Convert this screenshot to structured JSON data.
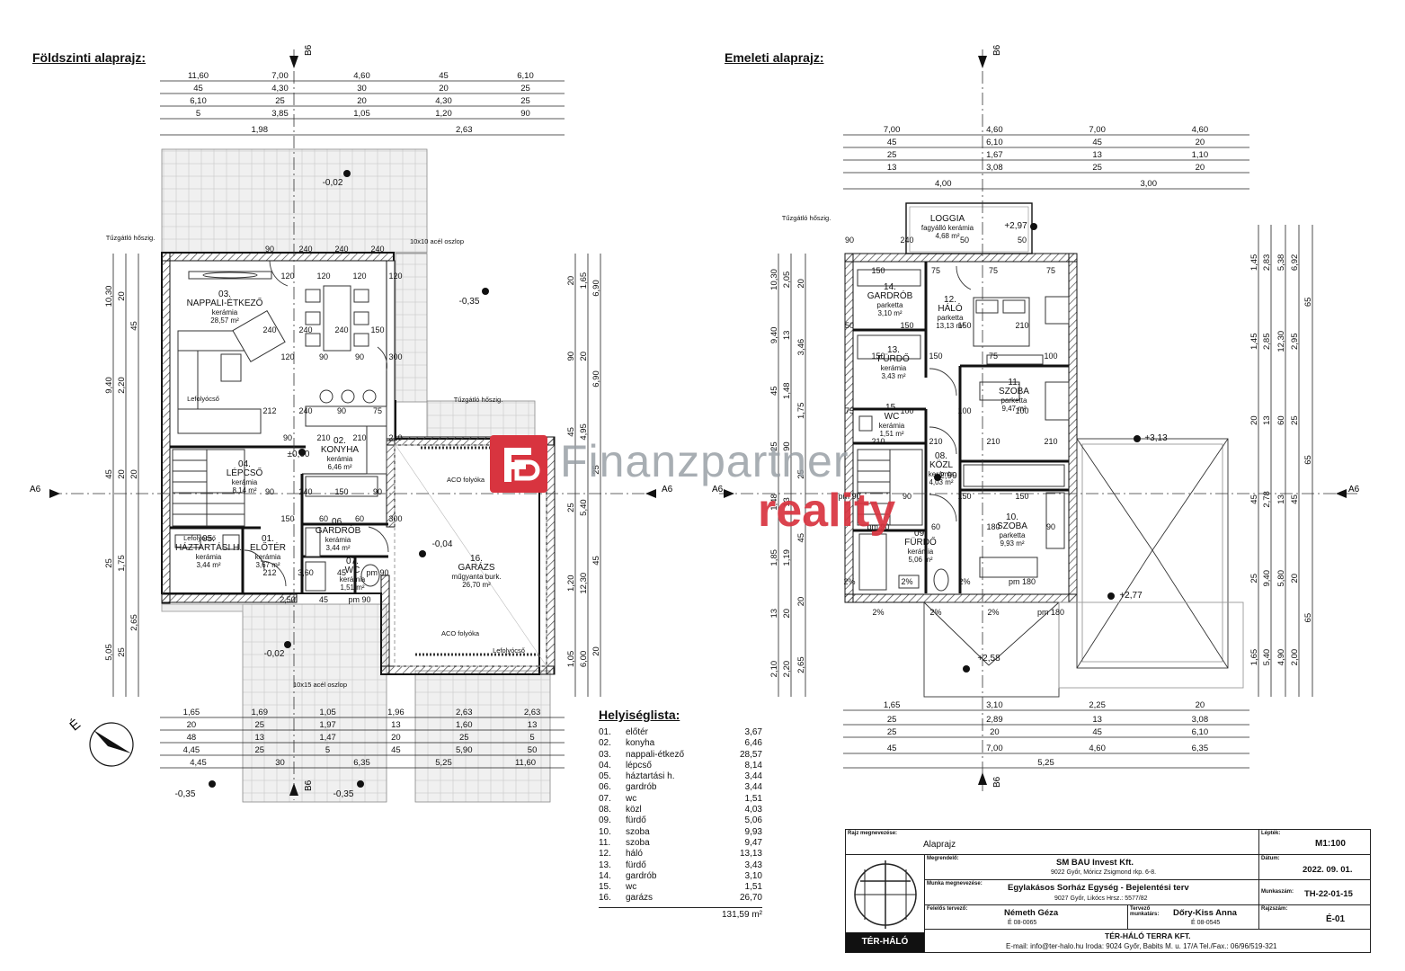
{
  "titles": {
    "ground": "Földszinti alaprajz:",
    "upper": "Emeleti alaprajz:"
  },
  "section_marks": {
    "b": "B6",
    "a": "A6"
  },
  "ground": {
    "dims_top": [
      "11,60",
      "7,00",
      "4,60",
      "45",
      "6,10",
      "45",
      "4,30",
      "30",
      "20",
      "25",
      "6,10",
      "25",
      "20",
      "4,30",
      "25",
      "5",
      "3,85",
      "1,05",
      "1,20",
      "90",
      "1,98",
      "2,63"
    ],
    "dims_bottom": [
      "1,65",
      "1,69",
      "1,05",
      "1,96",
      "2,63",
      "2,63",
      "20",
      "25",
      "1,97",
      "13",
      "1,60",
      "13",
      "48",
      "13",
      "1,47",
      "20",
      "25",
      "5",
      "4,45",
      "25",
      "5",
      "45",
      "5,90",
      "50",
      "4,45",
      "30",
      "6,35",
      "5,25",
      "11,60"
    ],
    "dims_left": [
      "10,30",
      "9,40",
      "45",
      "25",
      "5,05",
      "20",
      "2,20",
      "20",
      "1,75",
      "25",
      "45",
      "20",
      "2,65"
    ],
    "dims_right": [
      "20",
      "90",
      "45",
      "25",
      "1,20",
      "1,05",
      "1,65",
      "20",
      "4,95",
      "5,40",
      "12,30",
      "6,00",
      "6,90",
      "6,90",
      "25",
      "45",
      "20"
    ],
    "interior_dims": [
      "90",
      "120",
      "240",
      "120",
      "240",
      "120",
      "240",
      "120",
      "240",
      "120",
      "240",
      "90",
      "240",
      "90",
      "150",
      "300",
      "212",
      "90",
      "240",
      "210",
      "90",
      "210",
      "75",
      "210",
      "90",
      "150",
      "240",
      "60",
      "150",
      "60",
      "90",
      "300",
      "212",
      "2,50",
      "3,60",
      "45",
      "45",
      "pm 90",
      "pm 90"
    ],
    "levels": [
      "-0,02",
      "-0,35",
      "±0,00",
      "-0,04",
      "-0,02",
      "-0,35",
      "-0,35"
    ],
    "notes": [
      "Tűzgátló hőszig.",
      "10x10 acél oszlop",
      "Tűzgátló hőszig.",
      "Lefolyócső",
      "ACO folyóka",
      "ACO folyóka",
      "Lefolyócső",
      "10x15 acél oszlop",
      "Lefolyócső"
    ],
    "rooms": [
      {
        "id": "03.",
        "name": "NAPPALI-ÉTKEZŐ",
        "floor": "kerámia",
        "area": "28,57 m²"
      },
      {
        "id": "02.",
        "name": "KONYHA",
        "floor": "kerámia",
        "area": "6,46 m²"
      },
      {
        "id": "04.",
        "name": "LÉPCSŐ",
        "floor": "kerámia",
        "area": "8,14 m²"
      },
      {
        "id": "05.",
        "name": "HÁZTARTÁSI H.",
        "floor": "kerámia",
        "area": "3,44 m²"
      },
      {
        "id": "01.",
        "name": "ELŐTÉR",
        "floor": "kerámia",
        "area": "3,67 m²"
      },
      {
        "id": "06.",
        "name": "GARDRÓB",
        "floor": "kerámia",
        "area": "3,44 m²"
      },
      {
        "id": "07.",
        "name": "WC",
        "floor": "kerámia",
        "area": "1,51 m²"
      },
      {
        "id": "16.",
        "name": "GARÁZS",
        "floor": "műgyanta burk.",
        "area": "26,70 m²"
      }
    ]
  },
  "upper": {
    "dims_top": [
      "7,00",
      "4,60",
      "7,00",
      "4,60",
      "45",
      "6,10",
      "45",
      "20",
      "25",
      "1,67",
      "13",
      "1,10",
      "13",
      "3,08",
      "25",
      "20",
      "4,00",
      "3,00"
    ],
    "dims_bottom": [
      "1,65",
      "3,10",
      "2,25",
      "20",
      "25",
      "2,89",
      "13",
      "3,08",
      "25",
      "20",
      "45",
      "6,10",
      "45",
      "7,00",
      "4,60",
      "6,35",
      "5,25"
    ],
    "dims_left": [
      "10,30",
      "9,40",
      "45",
      "25",
      "1,48",
      "1,85",
      "13",
      "2,10",
      "2,05",
      "13",
      "1,48",
      "90",
      "13",
      "1,19",
      "20",
      "2,20",
      "20",
      "3,46",
      "1,75",
      "25",
      "45",
      "20",
      "2,65"
    ],
    "dims_right": [
      "1,45",
      "1,45",
      "20",
      "45",
      "25",
      "1,65",
      "2,83",
      "2,85",
      "13",
      "2,78",
      "9,40",
      "5,40",
      "5,38",
      "12,30",
      "60",
      "13",
      "5,80",
      "4,90",
      "6,92",
      "2,95",
      "25",
      "45",
      "20",
      "2,00",
      "65",
      "65",
      "65"
    ],
    "interior_dims": [
      "90",
      "150",
      "240",
      "75",
      "50",
      "75",
      "50",
      "75",
      "50",
      "150",
      "150",
      "150",
      "150",
      "75",
      "210",
      "100",
      "75",
      "210",
      "100",
      "210",
      "100",
      "210",
      "100",
      "210",
      "pm 90",
      "pm 90",
      "90",
      "60",
      "150",
      "180",
      "150",
      "90",
      "2%",
      "2%",
      "2%",
      "2%",
      "2%",
      "2%",
      "pm 180",
      "pm 180"
    ],
    "levels": [
      "+2,97",
      "+3,13",
      "+2,99",
      "+2,77",
      "+2,58"
    ],
    "notes": [
      "Tűzgátló hőszig."
    ],
    "rooms": [
      {
        "id": "",
        "name": "LOGGIA",
        "floor": "fagyálló kerámia",
        "area": "4,68 m²"
      },
      {
        "id": "14.",
        "name": "GARDRÓB",
        "floor": "parketta",
        "area": "3,10 m²"
      },
      {
        "id": "12.",
        "name": "HÁLÓ",
        "floor": "parketta",
        "area": "13,13 m²"
      },
      {
        "id": "13.",
        "name": "FÜRDŐ",
        "floor": "kerámia",
        "area": "3,43 m²"
      },
      {
        "id": "15.",
        "name": "WC",
        "floor": "kerámia",
        "area": "1,51 m²"
      },
      {
        "id": "11.",
        "name": "SZOBA",
        "floor": "parketta",
        "area": "9,47 m²"
      },
      {
        "id": "08.",
        "name": "KÖZL",
        "floor": "kerámia",
        "area": "4,03 m²"
      },
      {
        "id": "10.",
        "name": "SZOBA",
        "floor": "parketta",
        "area": "9,93 m²"
      },
      {
        "id": "09.",
        "name": "FÜRDŐ",
        "floor": "kerámia",
        "area": "5,06 m²"
      }
    ]
  },
  "north_label": "É",
  "legend": {
    "title": "Helyiséglista:",
    "rows": [
      {
        "n": "01.",
        "label": "előtér",
        "value": "3,67"
      },
      {
        "n": "02.",
        "label": "konyha",
        "value": "6,46"
      },
      {
        "n": "03.",
        "label": "nappali-étkező",
        "value": "28,57"
      },
      {
        "n": "04.",
        "label": "lépcső",
        "value": "8,14"
      },
      {
        "n": "05.",
        "label": "háztartási h.",
        "value": "3,44"
      },
      {
        "n": "06.",
        "label": "gardrób",
        "value": "3,44"
      },
      {
        "n": "07.",
        "label": "wc",
        "value": "1,51"
      },
      {
        "n": "08.",
        "label": "közl",
        "value": "4,03"
      },
      {
        "n": "09.",
        "label": "fürdő",
        "value": "5,06"
      },
      {
        "n": "10.",
        "label": "szoba",
        "value": "9,93"
      },
      {
        "n": "11.",
        "label": "szoba",
        "value": "9,47"
      },
      {
        "n": "12.",
        "label": "háló",
        "value": "13,13"
      },
      {
        "n": "13.",
        "label": "fürdő",
        "value": "3,43"
      },
      {
        "n": "14.",
        "label": "gardrób",
        "value": "3,10"
      },
      {
        "n": "15.",
        "label": "wc",
        "value": "1,51"
      },
      {
        "n": "16.",
        "label": "garázs",
        "value": "26,70"
      }
    ],
    "total": "131,59 m²"
  },
  "title_block": {
    "drawing_name_label": "Rajz megnevezése:",
    "drawing_name": "Alaprajz",
    "scale_label": "Lépték:",
    "scale": "M1:100",
    "client_label": "Megrendelő:",
    "client": "SM BAU Invest Kft.",
    "client_address": "9022 Győr, Móricz Zsigmond rkp. 6-8.",
    "date_label": "Dátum:",
    "date": "2022. 09. 01.",
    "project_label": "Munka megnevezése:",
    "project": "Egylakásos Sorház Egység - Bejelentési terv",
    "project_address": "9027 Győr, Likócs Hrsz.: 5577/82",
    "number_label": "Munkaszám:",
    "number": "TH-22-01-15",
    "designer_label": "Felelős tervező:",
    "designer": "Németh Géza",
    "designer_id": "É 08-0065",
    "codesigner_label": "Tervező munkatárs:",
    "codesigner": "Dőry-Kiss Anna",
    "codesigner_id": "É 08-0545",
    "sheet_label": "Rajzszám:",
    "sheet": "É-01",
    "logo_text": "TÉR-HÁLÓ",
    "company": "TÉR-HÁLÓ TERRA KFT.",
    "contact": "E-mail: info@ter-halo.hu Iroda: 9024 Győr, Babits M. u. 17/A Tel./Fax.: 06/96/519-321"
  },
  "watermark": {
    "brand": "Finanzpartner",
    "sub": "reality"
  }
}
